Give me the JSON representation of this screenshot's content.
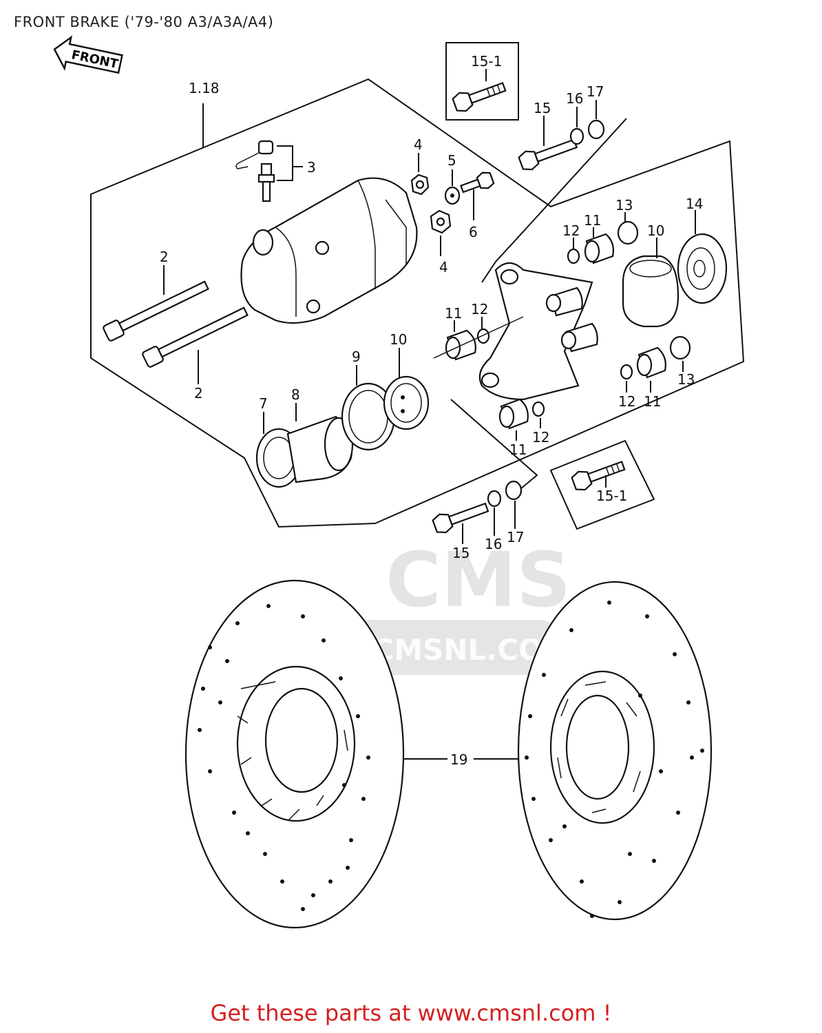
{
  "title": "FRONT BRAKE ('79-'80 A3/A3A/A4)",
  "footer": "Get these parts at www.cmsnl.com !",
  "watermark": {
    "text_logo": "CMS",
    "text_url": "WWW.CMSNL.COM"
  },
  "front_arrow": "FRONT",
  "callouts": {
    "c_1_18": "1.18",
    "c_2a": "2",
    "c_2b": "2",
    "c_3": "3",
    "c_4a": "4",
    "c_4b": "4",
    "c_5": "5",
    "c_6": "6",
    "c_7": "7",
    "c_8": "8",
    "c_9": "9",
    "c_10a": "10",
    "c_10b": "10",
    "c_11a": "11",
    "c_11b": "11",
    "c_11c": "11",
    "c_11d": "11",
    "c_12a": "12",
    "c_12b": "12",
    "c_12c": "12",
    "c_12d": "12",
    "c_13a": "13",
    "c_13b": "13",
    "c_14": "14",
    "c_15a": "15",
    "c_15b": "15",
    "c_15_1a": "15-1",
    "c_15_1b": "15-1",
    "c_16a": "16",
    "c_16b": "16",
    "c_17a": "17",
    "c_17b": "17",
    "c_19": "19"
  }
}
